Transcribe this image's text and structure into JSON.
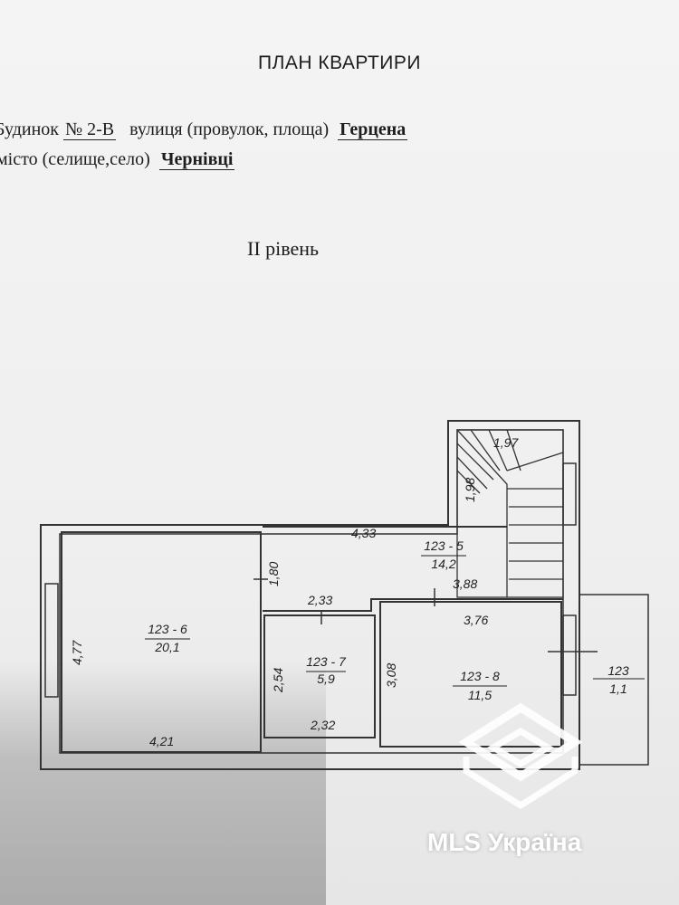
{
  "header": {
    "title": "ПЛАН КВАРТИРИ",
    "house_label": "Будинок",
    "house_number": "№ 2-В",
    "street_label": "вулиця (провулок, площа)",
    "street": "Герцена",
    "city_label": "місто (селище,село)",
    "city": "Чернівці",
    "level": "ІІ рівень"
  },
  "rooms": {
    "r6": {
      "id": "123 - 6",
      "area": "20,1"
    },
    "r5": {
      "id": "123 - 5",
      "area": "14,2"
    },
    "r7": {
      "id": "123 - 7",
      "area": "5,9"
    },
    "r8": {
      "id": "123 - 8",
      "area": "11,5"
    },
    "balcony": {
      "id": "123",
      "area": "1,1"
    }
  },
  "dims": {
    "stair_w": "1,97",
    "stair_h": "1,98",
    "hall_w": "4,33",
    "hall_h": "1,80",
    "hall_w2": "3,88",
    "r6_h": "4,77",
    "r6_w": "4,21",
    "r7_top": "2,33",
    "r7_h": "2,54",
    "r7_bot": "2,32",
    "r8_top": "3,76",
    "r8_h": "3,08"
  },
  "watermark": {
    "text": "MLS Україна"
  }
}
